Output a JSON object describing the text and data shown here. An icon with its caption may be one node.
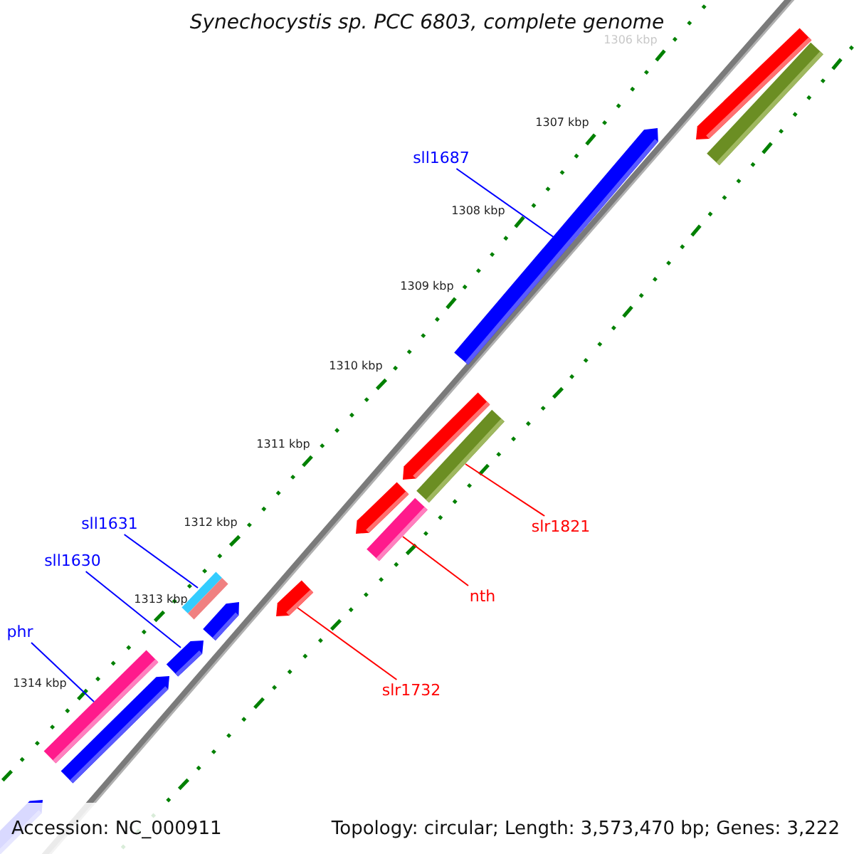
{
  "diagram": {
    "title": "Synechocystis sp. PCC 6803, complete genome",
    "nodes": [
      {
        "text": [
          "sll1687"
        ]
      },
      {
        "text": [
          "sll1631"
        ]
      },
      {
        "text": [
          "sll1630"
        ]
      },
      {
        "text": [
          "phr"
        ]
      },
      {
        "text": [
          "slr1821"
        ]
      },
      {
        "text": [
          "nth"
        ]
      },
      {
        "text": [
          "slr1732"
        ]
      },
      {
        "text": [],
        "shape": "bar"
      },
      {
        "text": [],
        "shape": "bar"
      },
      {
        "text": [],
        "shape": "bar"
      },
      {
        "text": [],
        "shape": "bar"
      },
      {
        "text": [],
        "shape": "bar"
      },
      {
        "text": [],
        "shape": "bar"
      },
      {
        "text": [],
        "shape": "bar"
      }
    ],
    "edges": [
      {
        "from": 0,
        "to": 7,
        "arrow": "none"
      },
      {
        "from": 1,
        "to": 8,
        "arrow": "none"
      },
      {
        "from": 2,
        "to": 9,
        "arrow": "none"
      },
      {
        "from": 3,
        "to": 10,
        "arrow": "none"
      },
      {
        "from": 4,
        "to": 11,
        "arrow": "none",
        "color": "#ff0000"
      },
      {
        "from": 5,
        "to": 12,
        "arrow": "none",
        "color": "#ff0000"
      },
      {
        "from": 6,
        "to": 13,
        "arrow": "none",
        "color": "#ff0000"
      }
    ],
    "labels": [
      "1306 kbp",
      "1307 kbp",
      "1308 kbp",
      "1309 kbp",
      "1310 kbp",
      "1311 kbp",
      "1312 kbp",
      "1313 kbp",
      "1314 kbp",
      "Accession: NC_000911",
      "Topology: circular; Length: 3,573,470 bp; Genes: 3,222"
    ]
  }
}
